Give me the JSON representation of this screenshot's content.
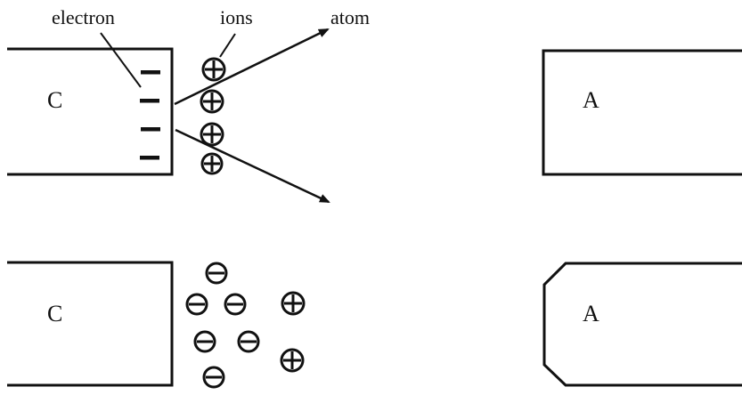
{
  "top": {
    "labels": {
      "electron": "electron",
      "ions": "ions",
      "atom": "atom"
    },
    "left_electrode": {
      "label": "C"
    },
    "right_electrode": {
      "label": "A"
    },
    "electrons_on_cathode": 4,
    "positive_ions": 4
  },
  "bottom": {
    "left_electrode": {
      "label": "C"
    },
    "right_electrode": {
      "label": "A"
    },
    "negative_particles": 6,
    "positive_particles": 2
  }
}
